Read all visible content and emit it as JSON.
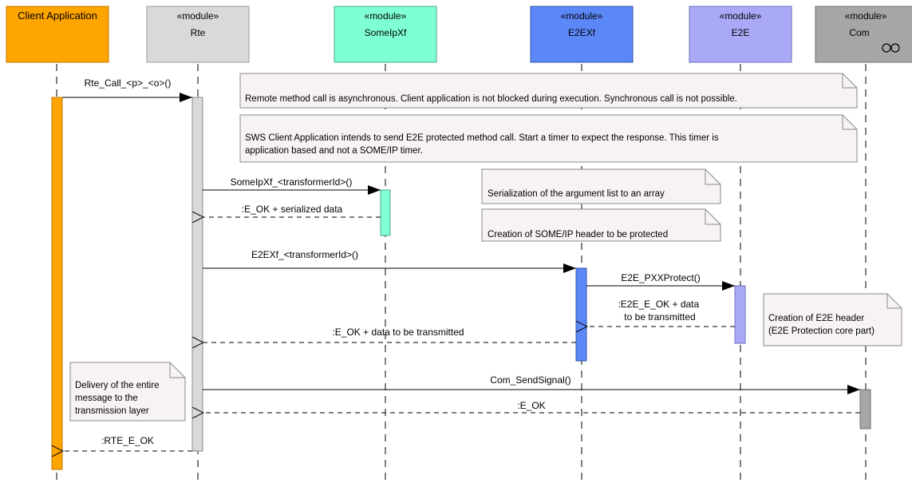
{
  "participants": [
    {
      "id": "client",
      "stereotype": "",
      "name": "Client Application",
      "fill": "#ffa500",
      "stroke": "#c07800",
      "bar_fill": "#ffa500"
    },
    {
      "id": "rte",
      "stereotype": "«module»",
      "name": "Rte",
      "fill": "#d9d9d9",
      "stroke": "#999999",
      "bar_fill": "#d9d9d9"
    },
    {
      "id": "someipxf",
      "stereotype": "«module»",
      "name": "SomeIpXf",
      "fill": "#7fffd4",
      "stroke": "#4fa88a",
      "bar_fill": "#7fffd4"
    },
    {
      "id": "e2exf",
      "stereotype": "«module»",
      "name": "E2EXf",
      "fill": "#5b87f7",
      "stroke": "#3355aa",
      "bar_fill": "#5b87f7"
    },
    {
      "id": "e2e",
      "stereotype": "«module»",
      "name": "E2E",
      "fill": "#a9a9f7",
      "stroke": "#7070c0",
      "bar_fill": "#a9a9f7"
    },
    {
      "id": "com",
      "stereotype": "«module»",
      "name": "Com",
      "fill": "#a6a6a6",
      "stroke": "#707070",
      "bar_fill": "#a6a6a6",
      "icon": "interface-infinity-icon"
    }
  ],
  "messages": [
    {
      "label": "Rte_Call_<p>_<o>()",
      "from": "client",
      "to": "rte",
      "kind": "sync"
    },
    {
      "label": "SomeIpXf_<transformerId>()",
      "from": "rte",
      "to": "someipxf",
      "kind": "sync"
    },
    {
      "label": ":E_OK + serialized data",
      "from": "someipxf",
      "to": "rte",
      "kind": "return"
    },
    {
      "label": "E2EXf_<transformerId>()",
      "from": "rte",
      "to": "e2exf",
      "kind": "sync"
    },
    {
      "label": "E2E_PXXProtect()",
      "from": "e2exf",
      "to": "e2e",
      "kind": "sync"
    },
    {
      "label": ":E2E_E_OK + data\nto be transmitted",
      "from": "e2e",
      "to": "e2exf",
      "kind": "return"
    },
    {
      "label": ":E_OK + data to be transmitted",
      "from": "e2exf",
      "to": "rte",
      "kind": "return"
    },
    {
      "label": "Com_SendSignal()",
      "from": "rte",
      "to": "com",
      "kind": "sync"
    },
    {
      "label": ":E_OK",
      "from": "com",
      "to": "rte",
      "kind": "return"
    },
    {
      "label": ":RTE_E_OK",
      "from": "rte",
      "to": "client",
      "kind": "return"
    }
  ],
  "notes": [
    {
      "id": "note-async",
      "text": "Remote method call is asynchronous. Client application is not blocked during execution. Synchronous call is not possible."
    },
    {
      "id": "note-timer",
      "text": "SWS Client Application intends to send E2E protected method call. Start a timer to expect the response. This timer is\napplication based and not a SOME/IP timer."
    },
    {
      "id": "note-serialization",
      "text": "Serialization of the argument list to an array"
    },
    {
      "id": "note-someip-header",
      "text": "Creation of SOME/IP header to be protected"
    },
    {
      "id": "note-e2e-header",
      "text": "Creation of E2E header\n(E2E Protection core part)"
    },
    {
      "id": "note-delivery",
      "text": "Delivery of the entire\nmessage to the\ntransmission layer"
    }
  ],
  "colors": {
    "line": "#000000",
    "note_fill": "#f7f3f5",
    "note_stroke": "#8a8a8a"
  }
}
